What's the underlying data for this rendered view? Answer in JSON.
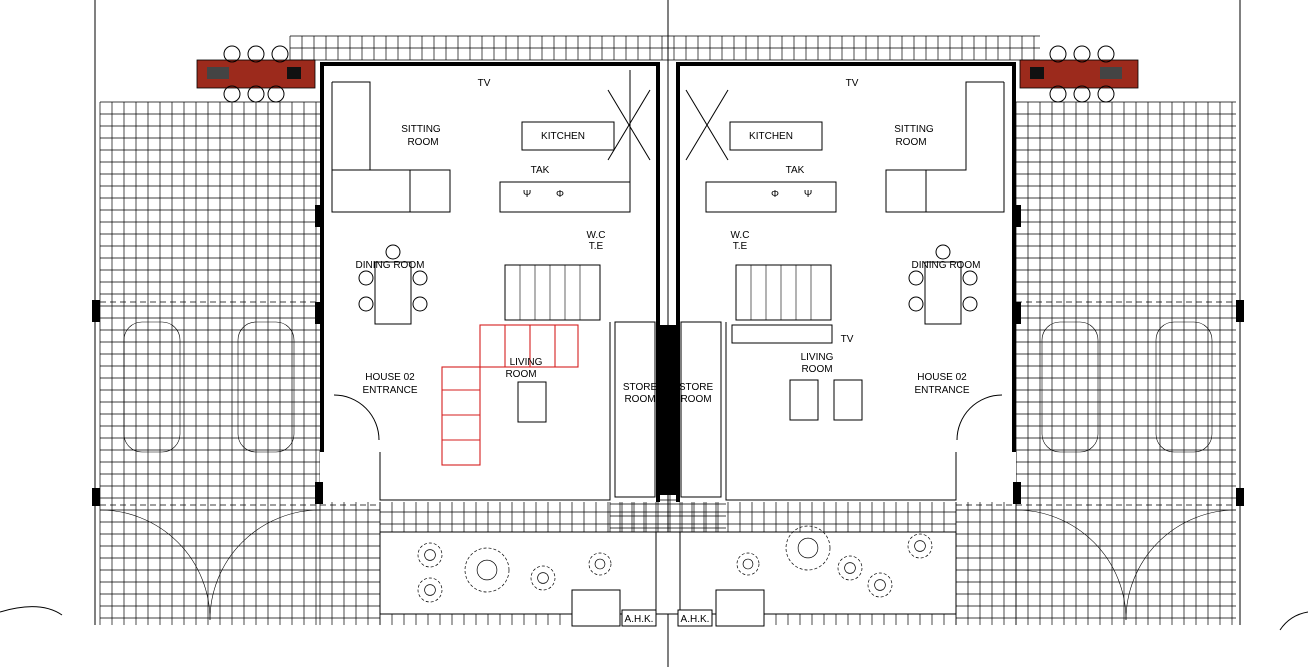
{
  "labels": {
    "tv_left_top": "TV",
    "tv_right_top": "TV",
    "tv_right_living": "TV",
    "sitting_left_1": "SITTING",
    "sitting_left_2": "ROOM",
    "sitting_right_1": "SITTING",
    "sitting_right_2": "ROOM",
    "kitchen_left": "KITCHEN",
    "kitchen_right": "KITCHEN",
    "tak_left": "TAK",
    "tak_right": "TAK",
    "wc_left_1": "W.C",
    "wc_left_2": "T.E",
    "wc_right_1": "W.C",
    "wc_right_2": "T.E",
    "dining_left": "DINING ROOM",
    "dining_right": "DINING ROOM",
    "living_left_1": "LIVING",
    "living_left_2": "ROOM",
    "living_right_1": "LIVING",
    "living_right_2": "ROOM",
    "store_left_1": "STORE",
    "store_left_2": "ROOM",
    "store_right_1": "STORE",
    "store_right_2": "ROOM",
    "house_left_1": "HOUSE 02",
    "house_left_2": "ENTRANCE",
    "house_right_1": "HOUSE 02",
    "house_right_2": "ENTRANCE",
    "ahk_left": "A.H.K.",
    "ahk_right": "A.H.K.",
    "icon_sink": "Ψ",
    "icon_hob": "Φ"
  },
  "colors": {
    "line": "#000000",
    "highlight": "#d41e1e",
    "bbq": "#9c2a1c",
    "background": "#ffffff"
  }
}
